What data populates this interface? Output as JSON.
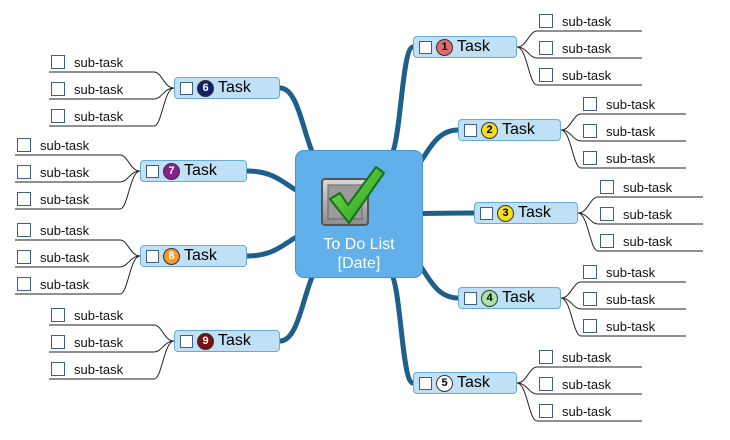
{
  "center": {
    "line1": "To Do List",
    "line2": "[Date]",
    "icon": "checkmark-checkbox-icon"
  },
  "colors": {
    "branch": "#1f5f8c",
    "task_fill": "#bfe0f5",
    "task_border": "#6aaad6",
    "center_fill": "#62b0ea"
  },
  "sub_label": "sub-task",
  "tasks": [
    {
      "number": "1",
      "label": "Task",
      "badge_color": "#e36a6a",
      "badge_text_color": "#000000",
      "subtasks": [
        "sub-task",
        "sub-task",
        "sub-task"
      ]
    },
    {
      "number": "2",
      "label": "Task",
      "badge_color": "#f5dc1f",
      "badge_text_color": "#000000",
      "subtasks": [
        "sub-task",
        "sub-task",
        "sub-task"
      ]
    },
    {
      "number": "3",
      "label": "Task",
      "badge_color": "#f5dc1f",
      "badge_text_color": "#000000",
      "subtasks": [
        "sub-task",
        "sub-task",
        "sub-task"
      ]
    },
    {
      "number": "4",
      "label": "Task",
      "badge_color": "#a8e6a0",
      "badge_text_color": "#000000",
      "subtasks": [
        "sub-task",
        "sub-task",
        "sub-task"
      ]
    },
    {
      "number": "5",
      "label": "Task",
      "badge_color": "#ffffff",
      "badge_text_color": "#000000",
      "subtasks": [
        "sub-task",
        "sub-task",
        "sub-task"
      ]
    },
    {
      "number": "6",
      "label": "Task",
      "badge_color": "#0f1f6b",
      "badge_text_color": "#ffffff",
      "subtasks": [
        "sub-task",
        "sub-task",
        "sub-task"
      ]
    },
    {
      "number": "7",
      "label": "Task",
      "badge_color": "#8a1f8f",
      "badge_text_color": "#ffffff",
      "subtasks": [
        "sub-task",
        "sub-task",
        "sub-task"
      ]
    },
    {
      "number": "8",
      "label": "Task",
      "badge_color": "#f49a2a",
      "badge_text_color": "#ffffff",
      "subtasks": [
        "sub-task",
        "sub-task",
        "sub-task"
      ]
    },
    {
      "number": "9",
      "label": "Task",
      "badge_color": "#7a1010",
      "badge_text_color": "#ffffff",
      "subtasks": [
        "sub-task",
        "sub-task",
        "sub-task"
      ]
    }
  ]
}
